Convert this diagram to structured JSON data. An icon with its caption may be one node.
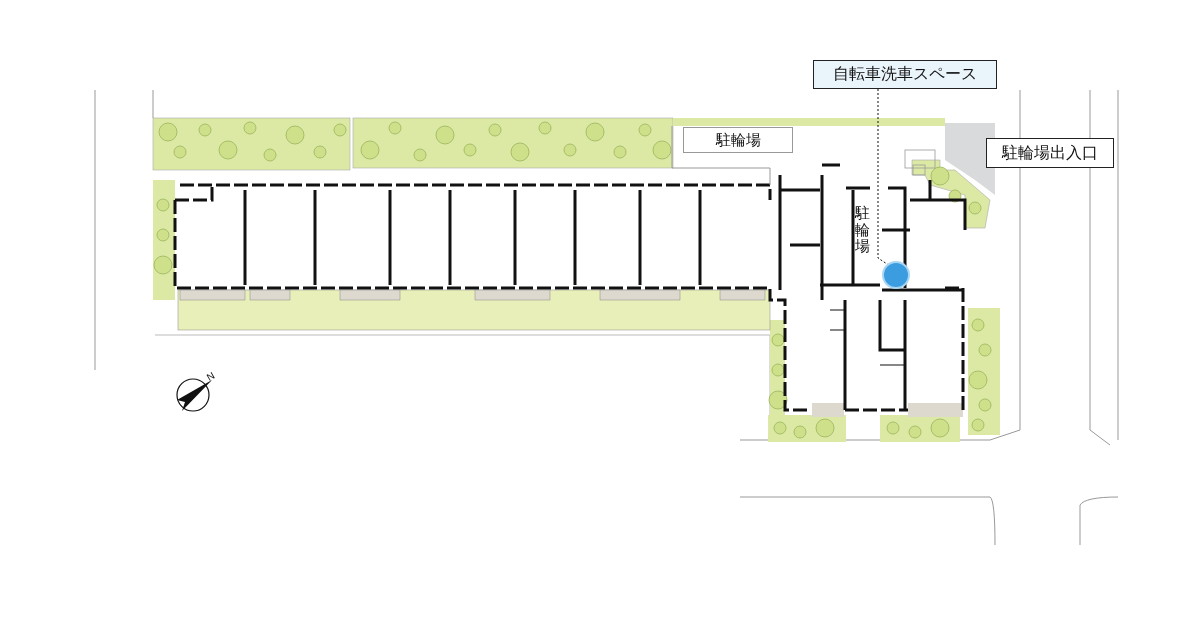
{
  "diagram": {
    "nodes": [
      {
        "text": [
          "自転車洗車スペース"
        ]
      },
      {
        "text": [],
        "shape": "circle"
      },
      {
        "text": [
          "駐輪場"
        ]
      },
      {
        "text": [
          "駐輪場出入口"
        ]
      }
    ],
    "edges": [
      {
        "from": 0,
        "to": 1,
        "arrow": "none",
        "style": "dashed"
      }
    ],
    "labels": [
      "駐輪場",
      "N"
    ]
  }
}
